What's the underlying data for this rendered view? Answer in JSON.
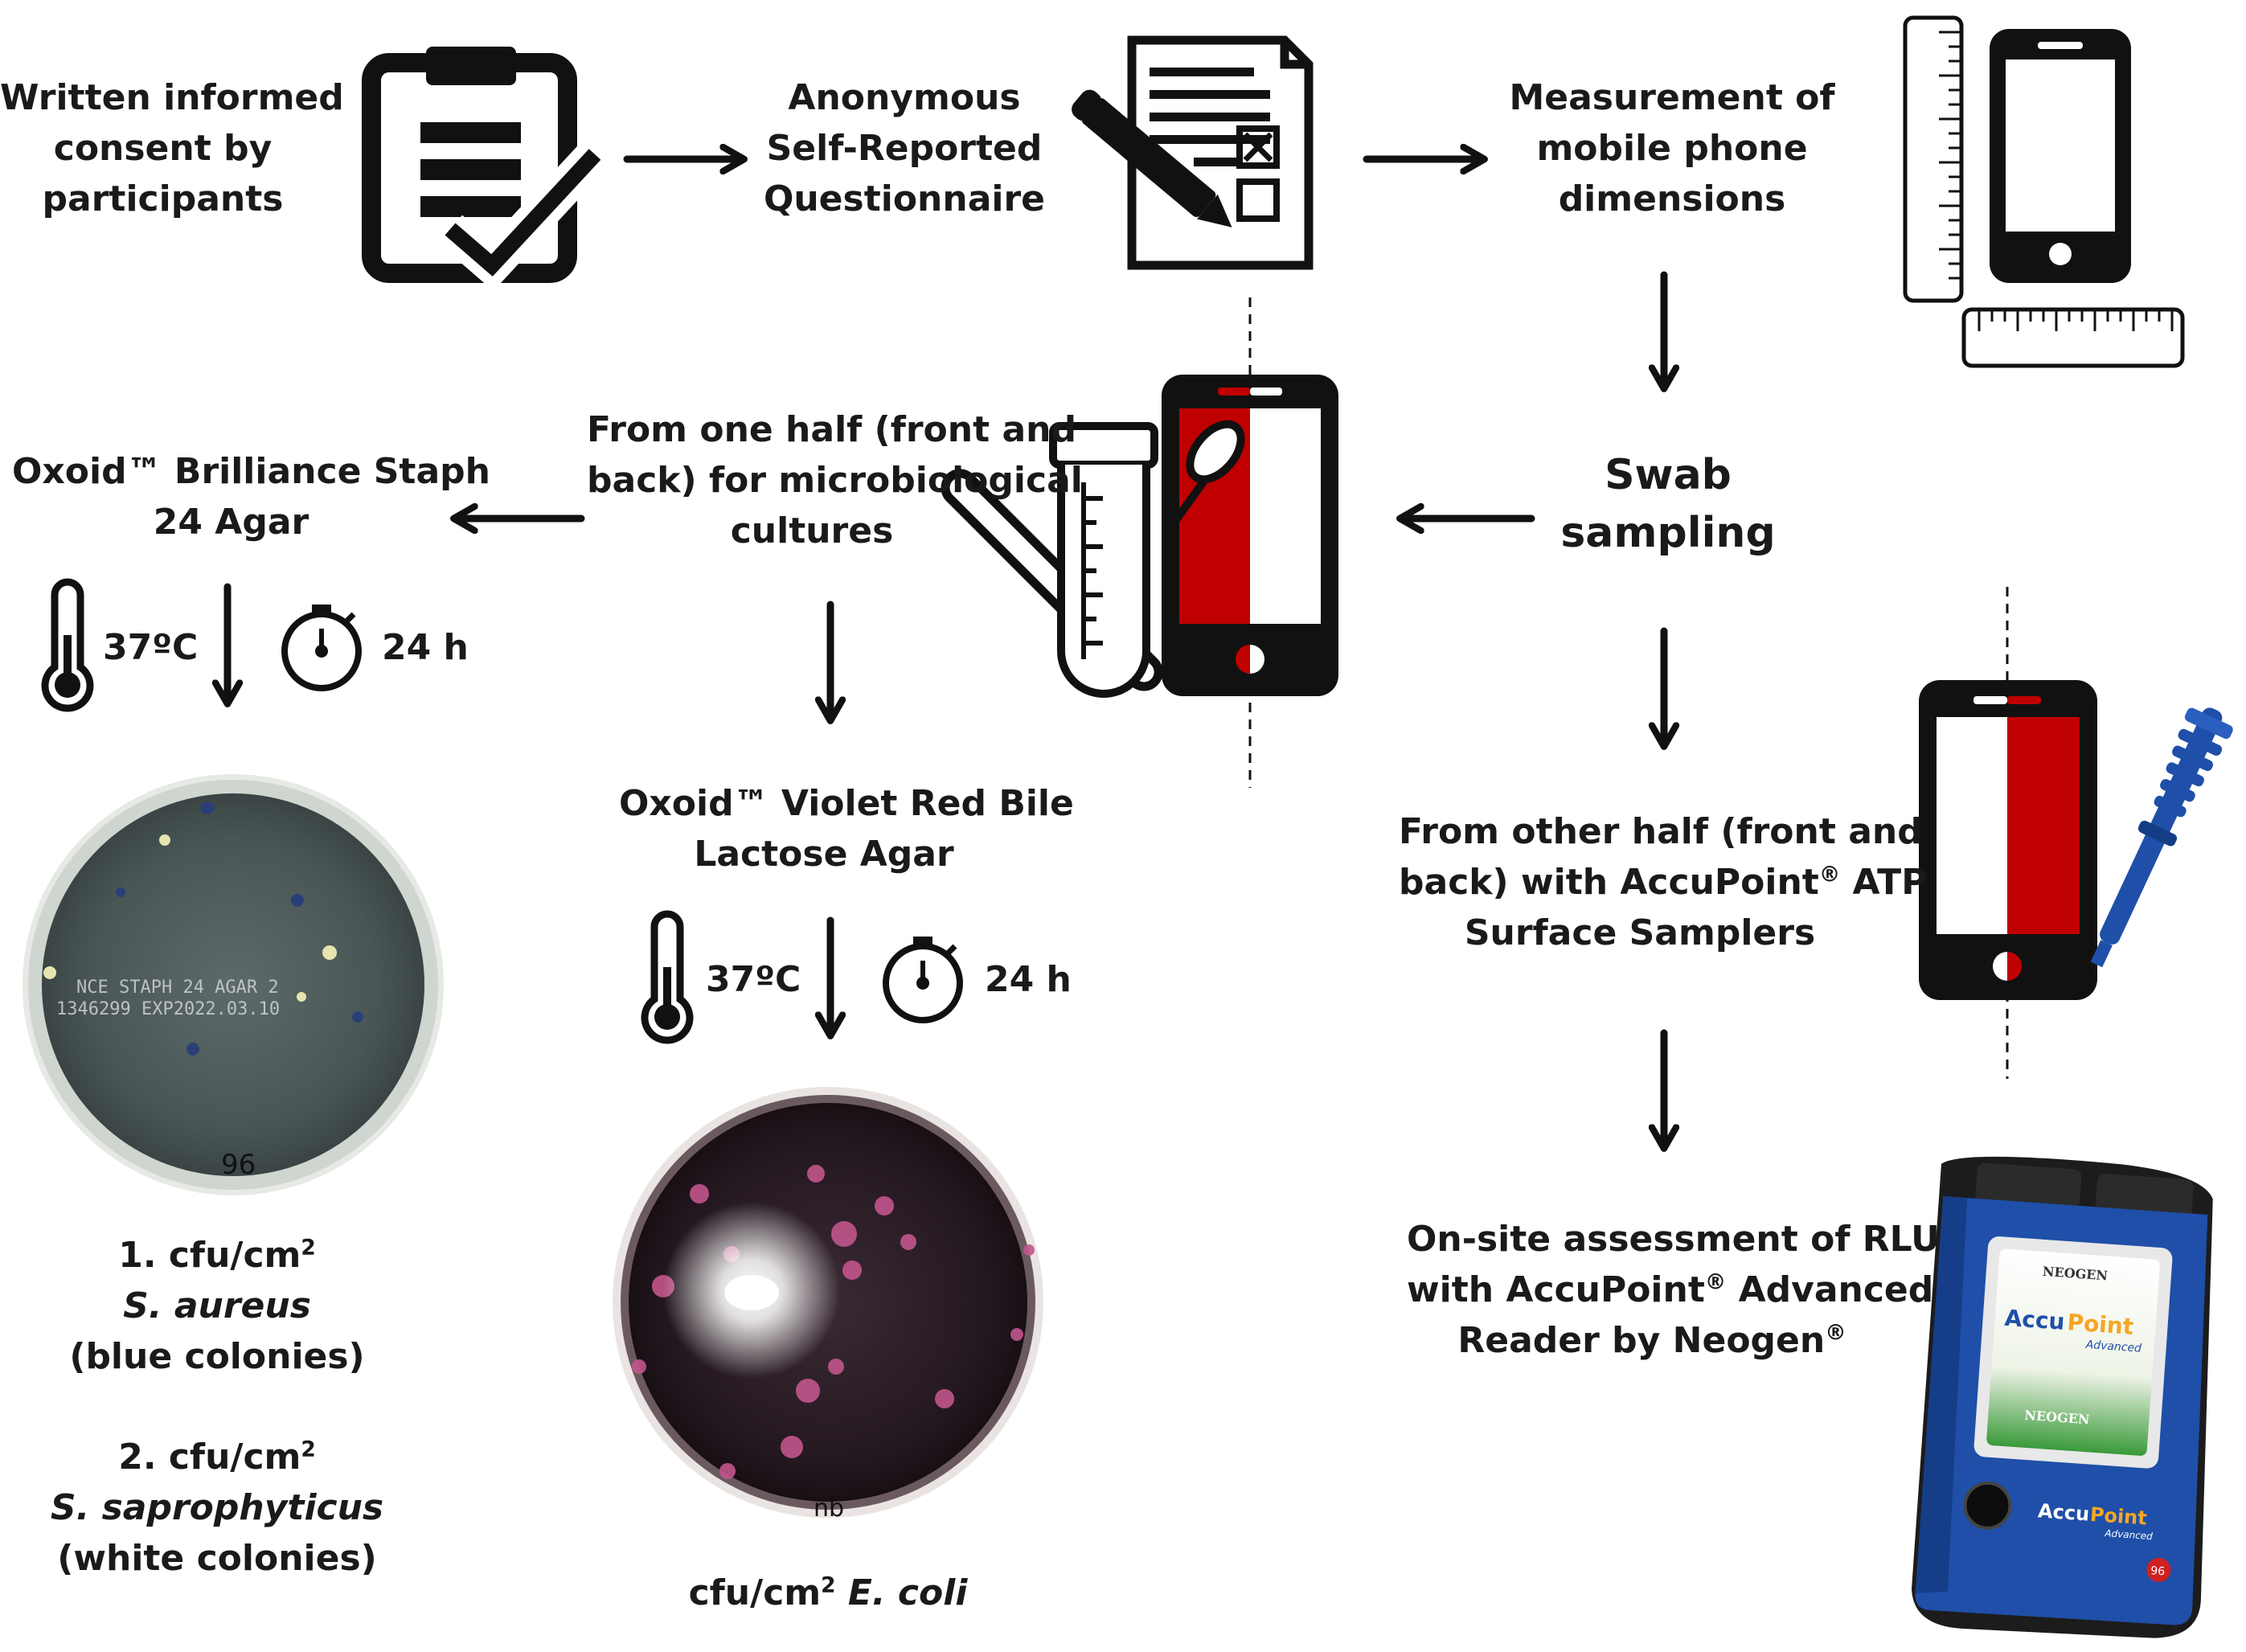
{
  "steps": {
    "consent": [
      "Written informed",
      "consent by",
      "participants"
    ],
    "questionnaire": [
      "Anonymous",
      "Self-Reported",
      "Questionnaire"
    ],
    "measurement": [
      "Measurement of",
      "mobile phone",
      "dimensions"
    ],
    "swab": [
      "Swab",
      "sampling"
    ],
    "half_micro": [
      "From one half (front and",
      "back) for microbiological",
      "cultures"
    ],
    "oxoid_staph": [
      "Oxoid™ Brilliance Staph",
      "24 Agar"
    ],
    "oxoid_vrbl": [
      "Oxoid™ Violet Red Bile",
      "Lactose Agar"
    ],
    "half_atp": {
      "line1": "From other half (front and",
      "line2_a": "back) with AccuPoint",
      "reg": "®",
      "line2_b": " ATP",
      "line3": "Surface Samplers"
    },
    "rlu": {
      "line1": "On-site assessment of RLU",
      "line2_a": "with AccuPoint",
      "reg": "®",
      "line2_b": " Advanced",
      "line3_a": "Reader by Neogen",
      "line3_reg": "®"
    }
  },
  "incubation": {
    "temperature": "37",
    "temp_unit": "ºC",
    "time": "24 h"
  },
  "results_staph": {
    "r1_prefix": "1. cfu/cm",
    "r1_species": "S. aureus",
    "r1_note": "(blue colonies)",
    "r2_prefix": "2. cfu/cm",
    "r2_species": "S. saprophyticus",
    "r2_note": "(white colonies)",
    "exp": "2"
  },
  "results_ecoli": {
    "prefix": "cfu/cm",
    "exp": "2",
    "species": "E. coli"
  },
  "plate_staph_text": {
    "line1": "NCE STAPH 24 AGAR 2",
    "line2": "1346299 EXP2022.03.10",
    "mark": "96"
  },
  "plate_ecoli_mark": "nb",
  "reader_device": {
    "brand": "NEOGEN",
    "logo_a": "Accu",
    "logo_b": "Point",
    "logo_sub": "Advanced",
    "badge": "96"
  },
  "colors": {
    "ink": "#111111",
    "red": "#c00000",
    "blue": "#1f4fa8",
    "plate_staph": "#4a5656",
    "plate_ecoli": "#2a1c24"
  }
}
